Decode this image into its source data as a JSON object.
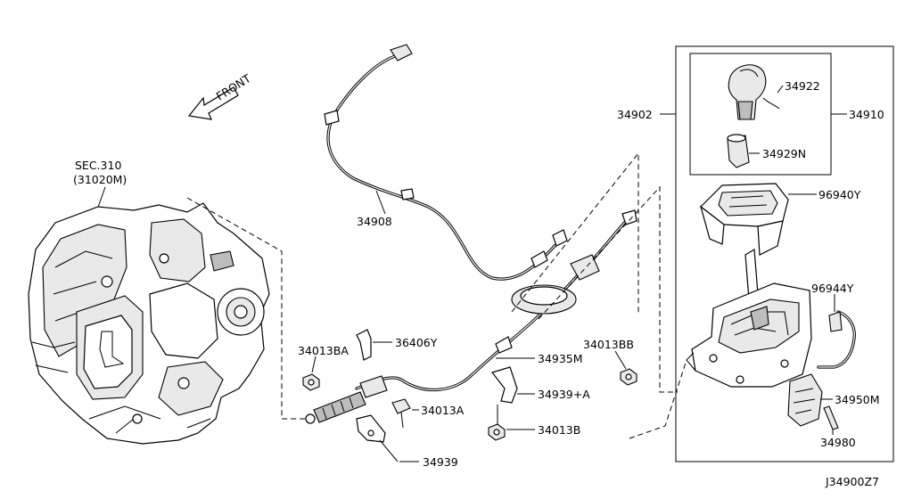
{
  "diagram": {
    "orientation_label": "FRONT",
    "drawing_code": "J34900Z7",
    "labels": {
      "sec310_line1": "SEC.310",
      "sec310_line2": "(31020M)",
      "p34908": "34908",
      "p34902": "34902",
      "p34910": "34910",
      "p34922": "34922",
      "p34929N": "34929N",
      "p96940Y": "96940Y",
      "p96944Y": "96944Y",
      "p34950M": "34950M",
      "p34980": "34980",
      "p34013BA": "34013BA",
      "p36406Y": "36406Y",
      "p34935M": "34935M",
      "p34013BB": "34013BB",
      "p34939A": "34939+A",
      "p34013A": "34013A",
      "p34013B": "34013B",
      "p34939": "34939"
    }
  }
}
